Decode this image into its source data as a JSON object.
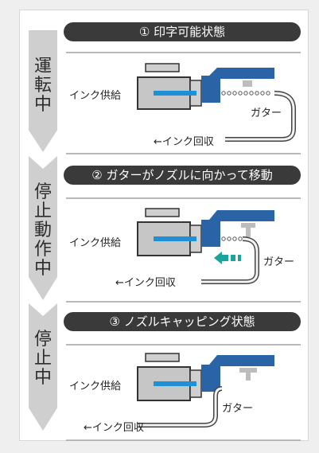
{
  "colors": {
    "nozzle_blue": "#2a64a6",
    "ink_blue": "#1e90d8",
    "gutter_arrow": "#1aa49a",
    "pill_bg": "#3a3a3a",
    "state_arrow": "#cfcfcf",
    "printer_body": "#c6c6c6"
  },
  "states": [
    {
      "state_text": "運\n転\n中"
    },
    {
      "state_text": "停\n止\n動\n作\n中"
    },
    {
      "state_text": "停\n止\n中"
    }
  ],
  "steps": [
    {
      "title": "① 印字可能状態",
      "ink_supply": "インク供給",
      "gutter": "ガター",
      "ink_recovery": "←インク回収"
    },
    {
      "title": "② ガターがノズルに向かって移動",
      "ink_supply": "インク供給",
      "gutter": "ガター",
      "ink_recovery": "←インク回収"
    },
    {
      "title": "③ ノズルキャッピング状態",
      "ink_supply": "インク供給",
      "gutter": "ガター",
      "ink_recovery": "←インク回収"
    }
  ]
}
